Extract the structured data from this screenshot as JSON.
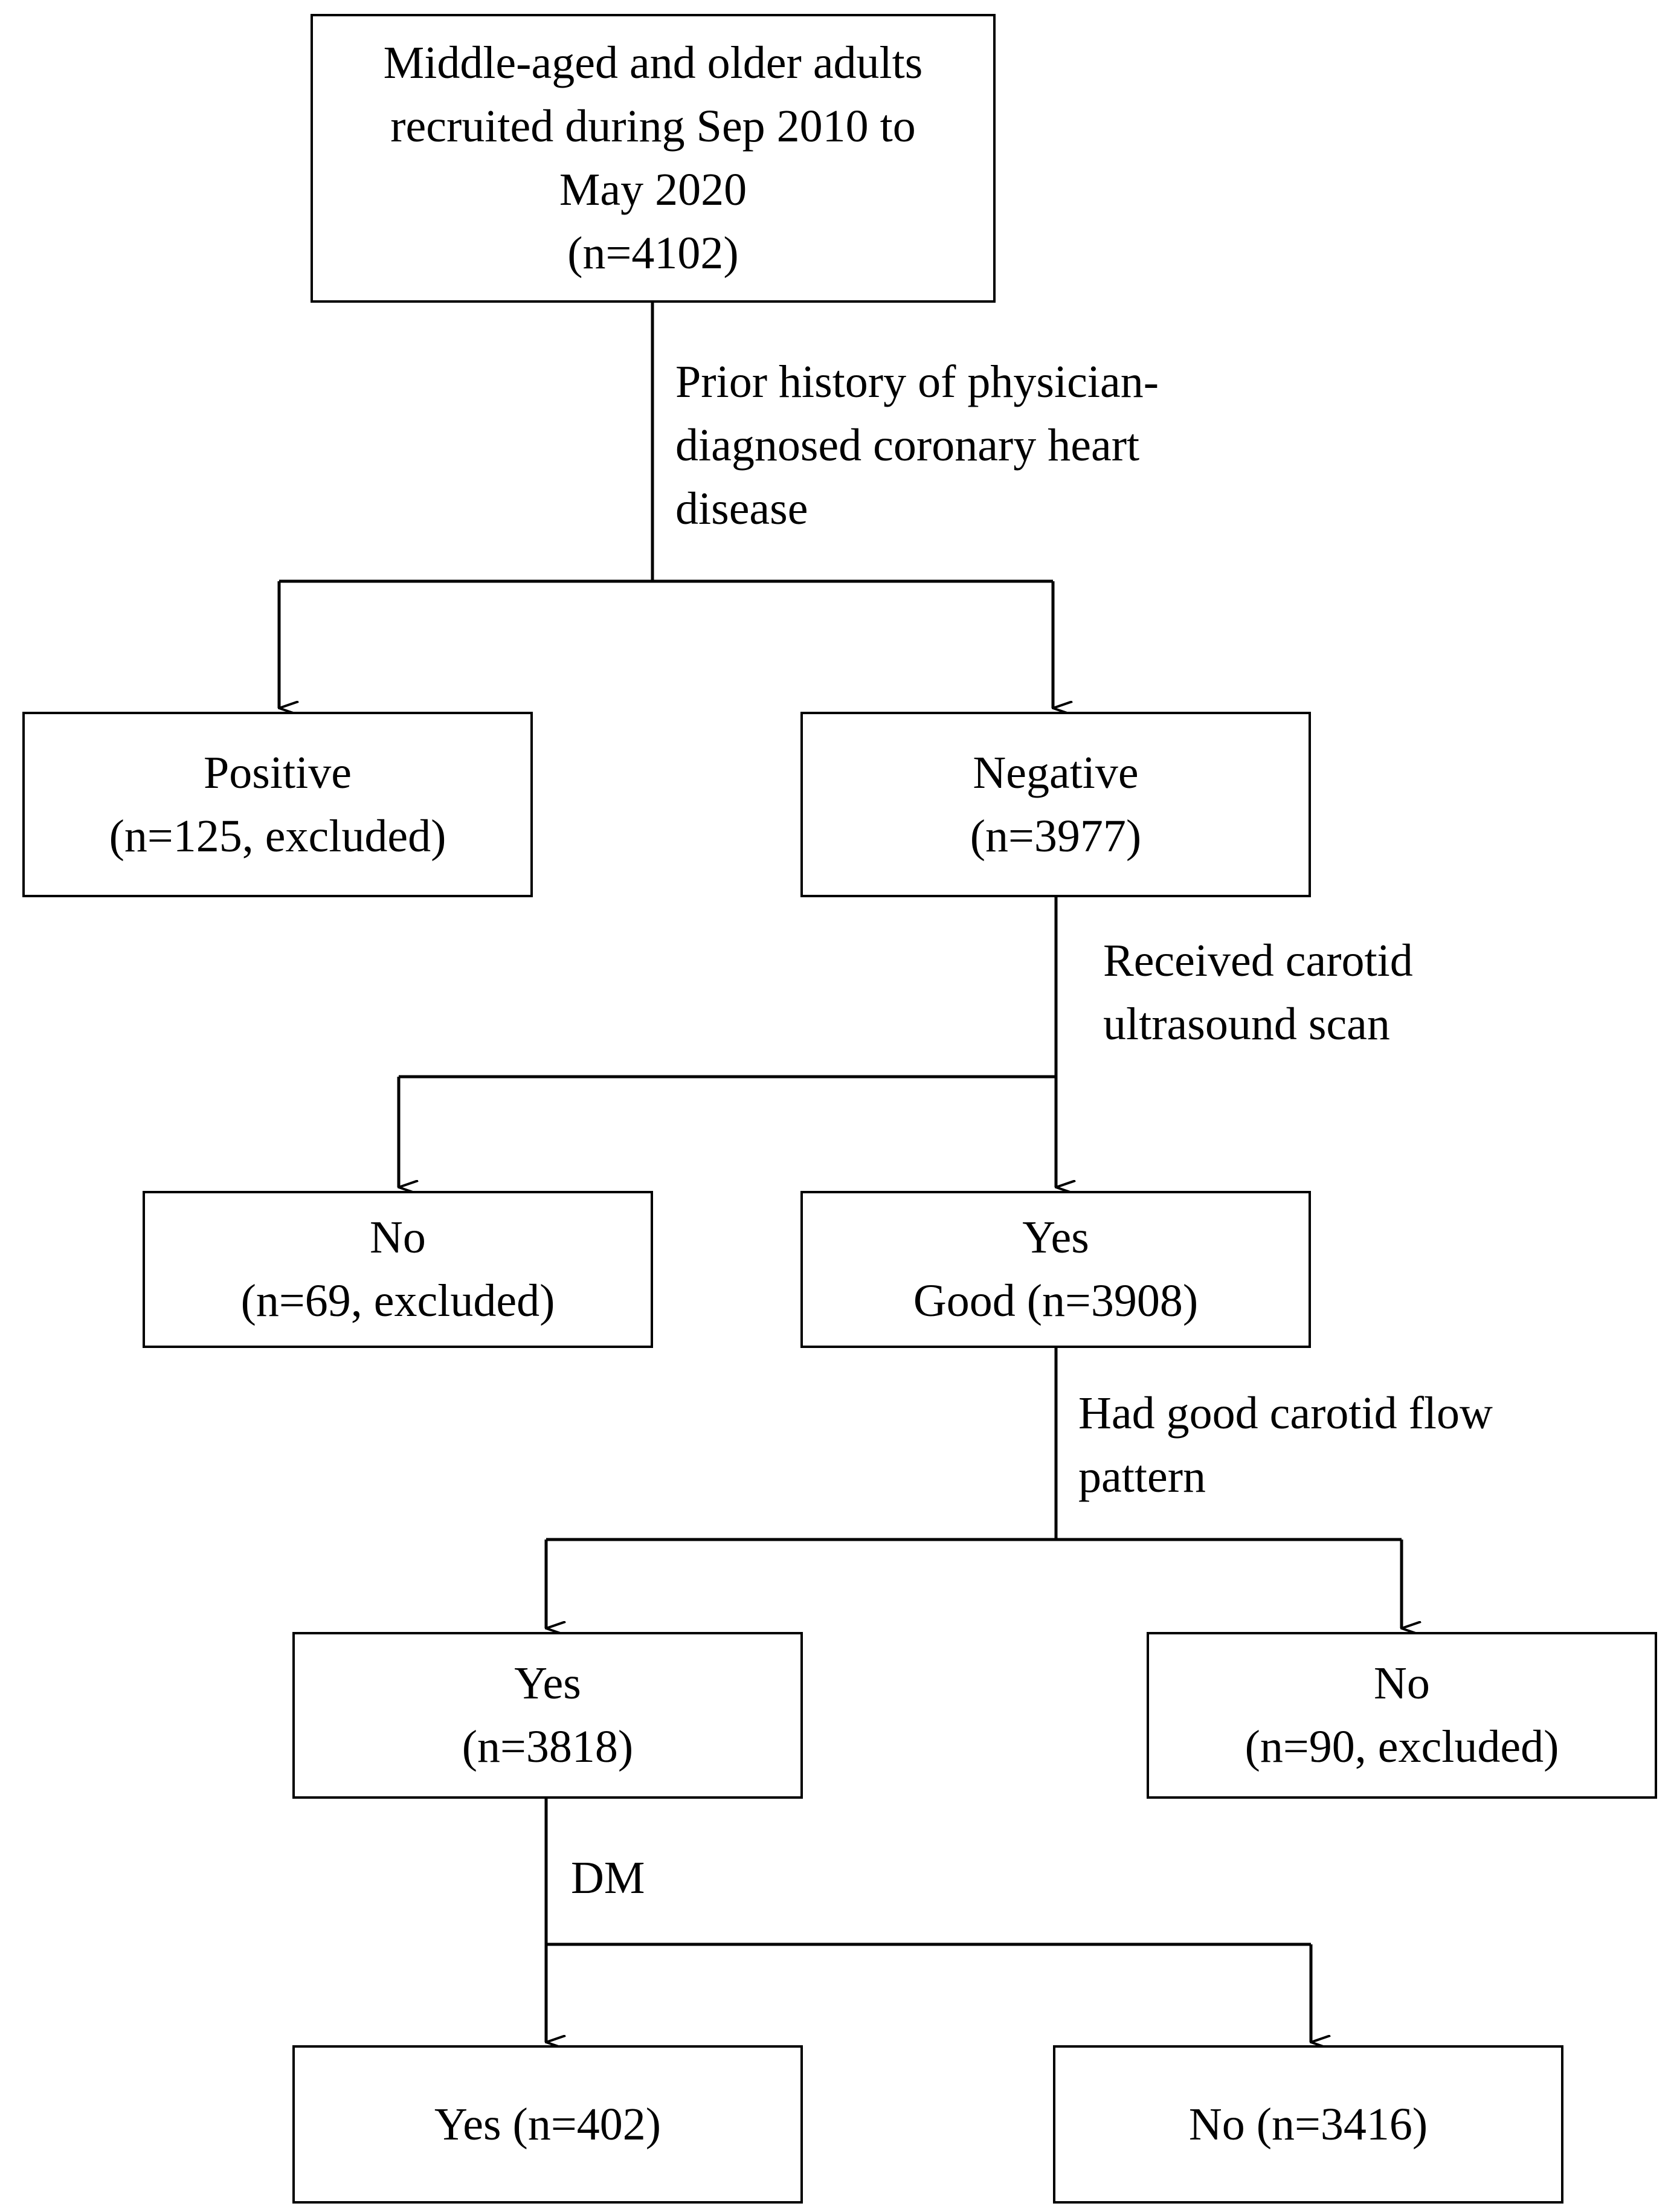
{
  "nodes": {
    "start": {
      "lines": [
        "Middle-aged  and older adults",
        "recruited during  Sep 2010 to",
        "May  2020",
        "(n=4102)"
      ]
    },
    "chd_positive": {
      "lines": [
        "Positive",
        "(n=125, excluded)"
      ]
    },
    "chd_negative": {
      "lines": [
        "Negative",
        "(n=3977)"
      ]
    },
    "scan_no": {
      "lines": [
        "No",
        "(n=69, excluded)"
      ]
    },
    "scan_yes": {
      "lines": [
        "Yes",
        "Good (n=3908)"
      ]
    },
    "flow_yes": {
      "lines": [
        "Yes",
        "(n=3818)"
      ]
    },
    "flow_no": {
      "lines": [
        "No",
        "(n=90, excluded)"
      ]
    },
    "dm_yes": {
      "lines": [
        "Yes (n=402)"
      ]
    },
    "dm_no": {
      "lines": [
        "No (n=3416)"
      ]
    }
  },
  "criteria": {
    "chd": {
      "lines": [
        "Prior history of physician-",
        "diagnosed coronary heart",
        "disease"
      ]
    },
    "scan": {
      "lines": [
        "Received  carotid",
        "ultrasound  scan"
      ]
    },
    "flow": {
      "lines": [
        "Had good carotid flow",
        "pattern"
      ]
    },
    "dm": {
      "lines": [
        "DM"
      ]
    }
  },
  "edges": [
    {
      "from": "start",
      "to": "chd_positive",
      "via": "chd"
    },
    {
      "from": "start",
      "to": "chd_negative",
      "via": "chd"
    },
    {
      "from": "chd_negative",
      "to": "scan_no",
      "via": "scan"
    },
    {
      "from": "chd_negative",
      "to": "scan_yes",
      "via": "scan"
    },
    {
      "from": "scan_yes",
      "to": "flow_yes",
      "via": "flow"
    },
    {
      "from": "scan_yes",
      "to": "flow_no",
      "via": "flow"
    },
    {
      "from": "flow_yes",
      "to": "dm_yes",
      "via": "dm"
    },
    {
      "from": "flow_yes",
      "to": "dm_no",
      "via": "dm"
    }
  ]
}
